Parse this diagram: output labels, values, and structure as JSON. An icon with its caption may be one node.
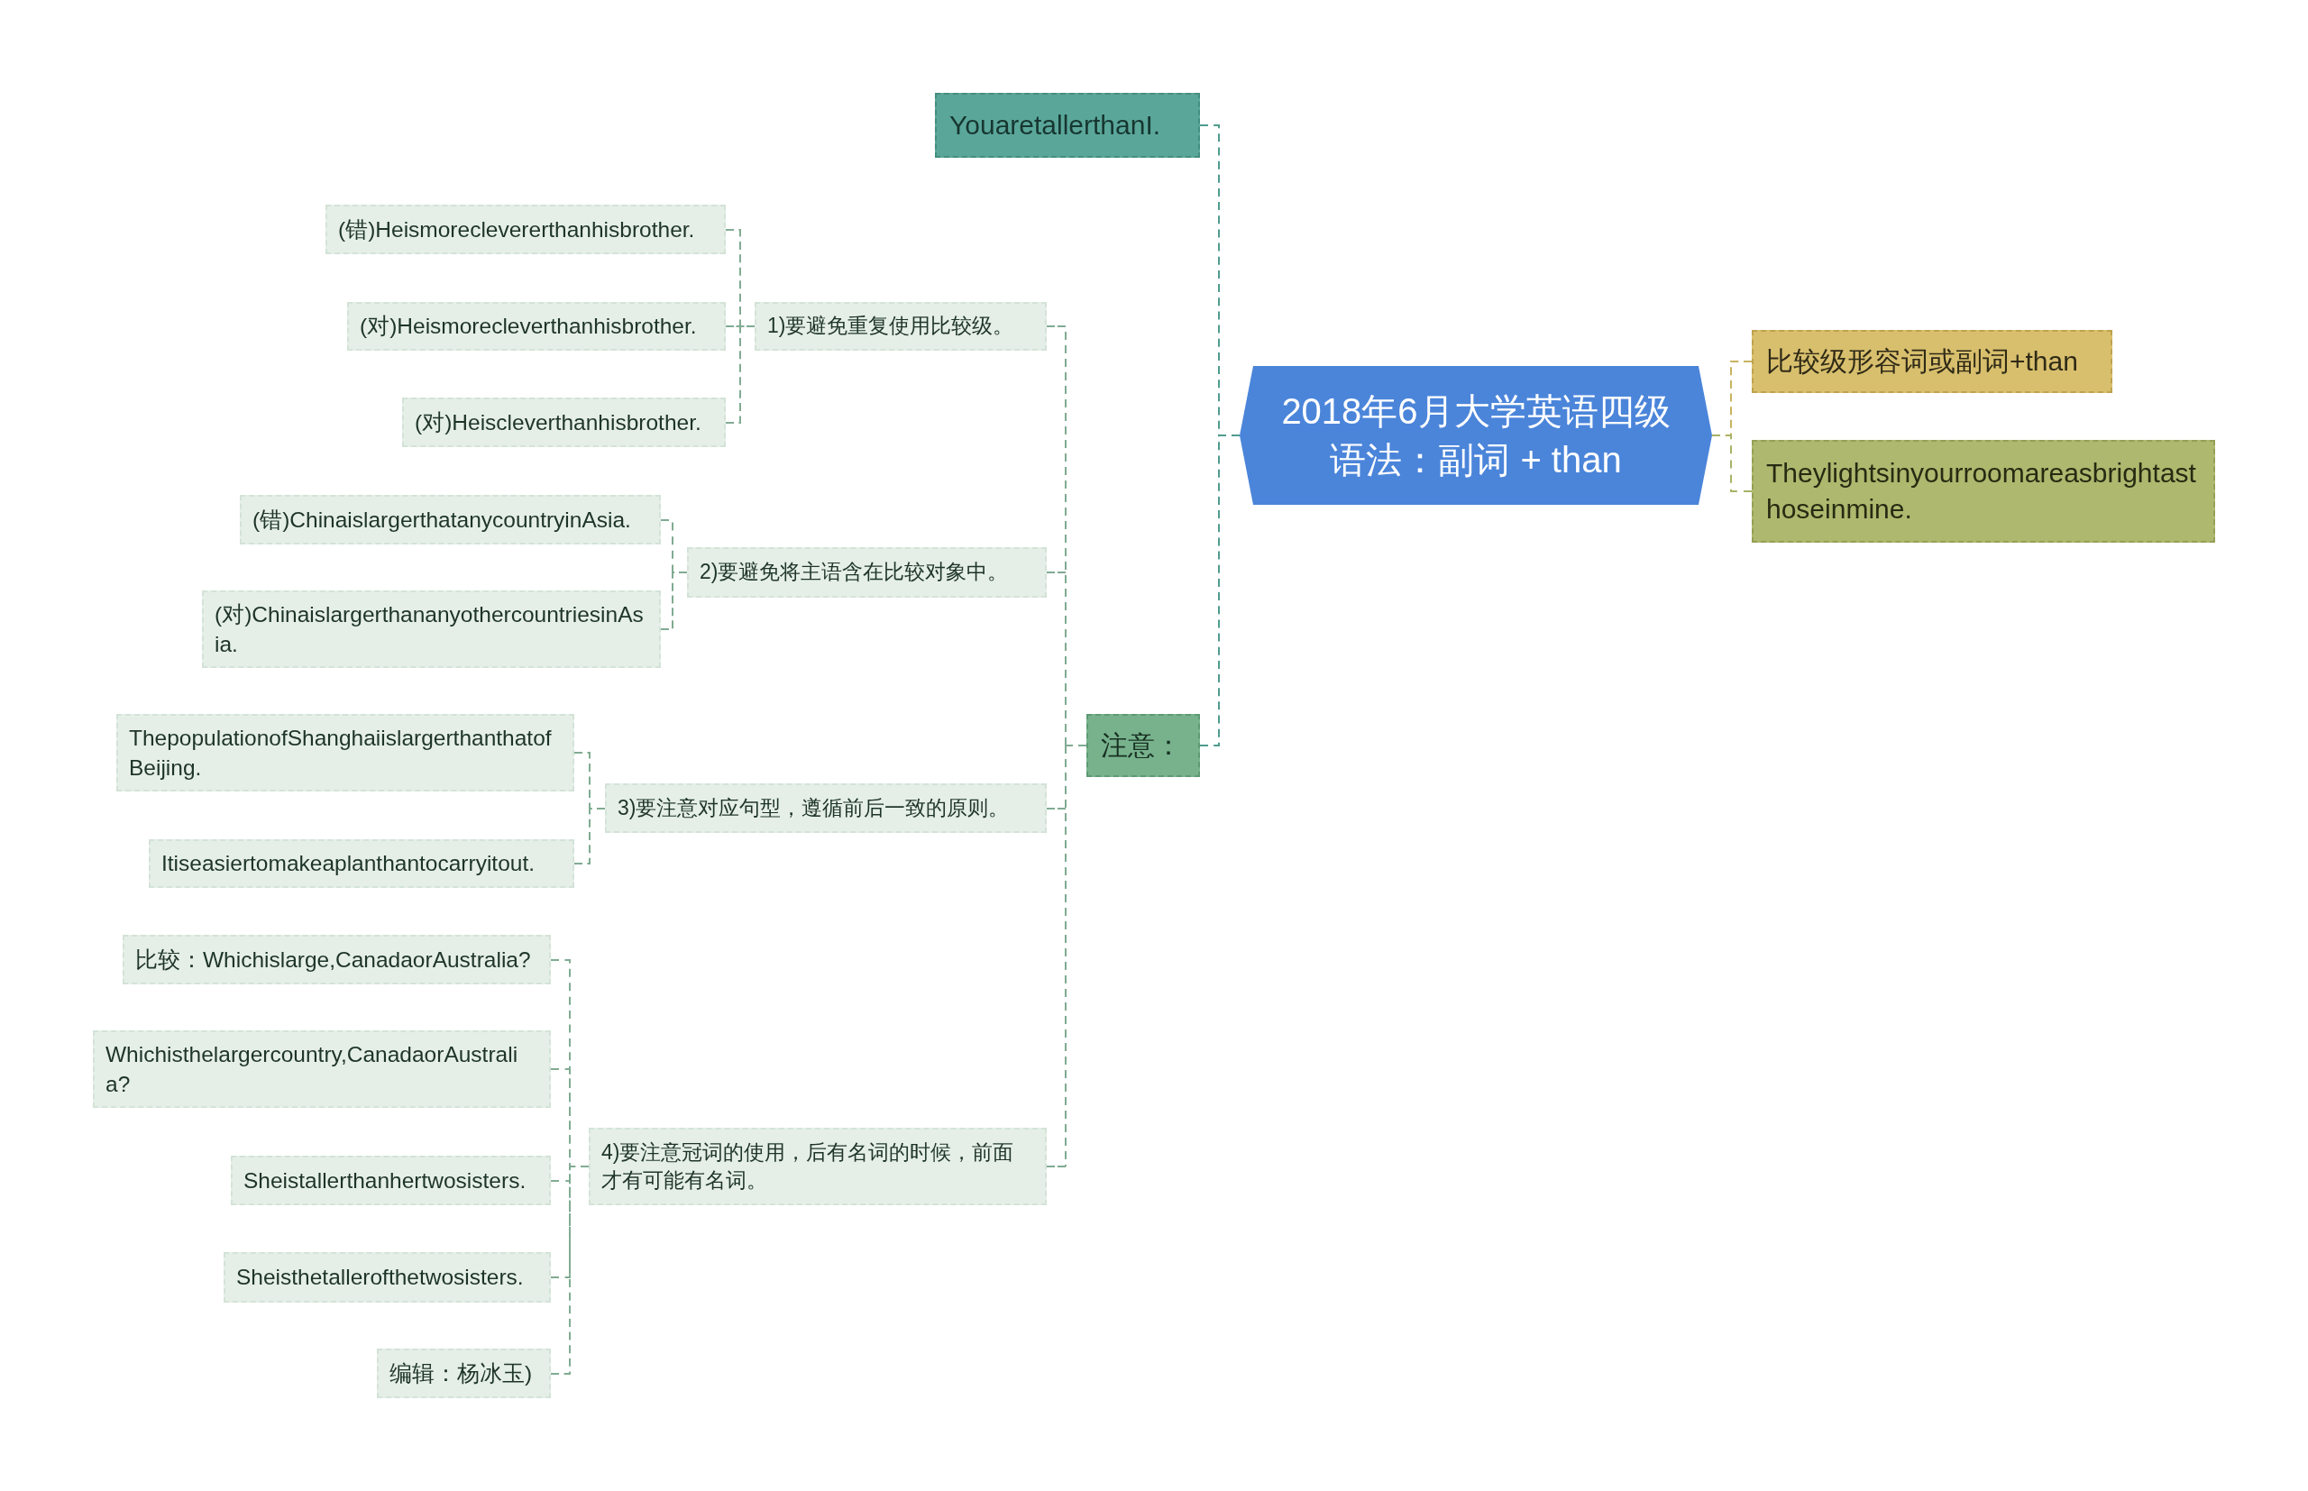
{
  "diagram": {
    "nodes": [
      {
        "text": [
          "2018年6月大学英语四级语法：副词 + than"
        ]
      },
      {
        "text": [
          "比较级形容词或副词+than"
        ]
      },
      {
        "text": [
          "Theylightsinyourroomareasbrightasthoseinmine."
        ]
      },
      {
        "text": [
          "YouaretallerthanI."
        ]
      },
      {
        "text": [
          "注意："
        ]
      },
      {
        "text": [
          "1)要避免重复使用比较级。"
        ]
      },
      {
        "text": [
          "(错)Heismoreclevererthanhisbrother."
        ]
      },
      {
        "text": [
          "(对)Heismorecleverthanhisbrother."
        ]
      },
      {
        "text": [
          "(对)Heiscleverthanhisbrother."
        ]
      },
      {
        "text": [
          "2)要避免将主语含在比较对象中。"
        ]
      },
      {
        "text": [
          "(错)ChinaislargerthatanycountryinAsia."
        ]
      },
      {
        "text": [
          "(对)ChinaislargerthananyothercountriesinAsia."
        ]
      },
      {
        "text": [
          "3)要注意对应句型，遵循前后一致的原则。"
        ]
      },
      {
        "text": [
          "ThepopulationofShanghaiislargerthanthatofBeijing."
        ]
      },
      {
        "text": [
          "Itiseasiertomakeaplanthantocarryitout."
        ]
      },
      {
        "text": [
          "4)要注意冠词的使用，后有名词的时候，前面才有可能有名词。"
        ]
      },
      {
        "text": [
          "比较：Whichislarge,CanadaorAustralia?"
        ]
      },
      {
        "text": [
          "Whichisthelargercountry,CanadaorAustralia?"
        ]
      },
      {
        "text": [
          "Sheistallerthanhertwosisters."
        ]
      },
      {
        "text": [
          "Sheisthetallerofthetwosisters."
        ]
      },
      {
        "text": [
          "编辑：杨冰玉)"
        ]
      }
    ],
    "edges": [
      {
        "from": 0,
        "to": 1,
        "arrow": "none",
        "style": "dashed",
        "color": "#c8b25e"
      },
      {
        "from": 0,
        "to": 2,
        "arrow": "none",
        "style": "dashed",
        "color": "#a7b266"
      },
      {
        "from": 0,
        "to": 3,
        "arrow": "none",
        "style": "dashed",
        "color": "#4f9c8e"
      },
      {
        "from": 0,
        "to": 4,
        "arrow": "none",
        "style": "dashed",
        "color": "#4f9c8e"
      },
      {
        "from": 4,
        "to": 5,
        "arrow": "none",
        "style": "dashed"
      },
      {
        "from": 4,
        "to": 9,
        "arrow": "none",
        "style": "dashed"
      },
      {
        "from": 4,
        "to": 12,
        "arrow": "none",
        "style": "dashed"
      },
      {
        "from": 4,
        "to": 15,
        "arrow": "none",
        "style": "dashed"
      },
      {
        "from": 5,
        "to": 6,
        "arrow": "none",
        "style": "dashed"
      },
      {
        "from": 5,
        "to": 7,
        "arrow": "none",
        "style": "dashed"
      },
      {
        "from": 5,
        "to": 8,
        "arrow": "none",
        "style": "dashed"
      },
      {
        "from": 9,
        "to": 10,
        "arrow": "none",
        "style": "dashed"
      },
      {
        "from": 9,
        "to": 11,
        "arrow": "none",
        "style": "dashed"
      },
      {
        "from": 12,
        "to": 13,
        "arrow": "none",
        "style": "dashed"
      },
      {
        "from": 12,
        "to": 14,
        "arrow": "none",
        "style": "dashed"
      },
      {
        "from": 15,
        "to": 16,
        "arrow": "none",
        "style": "dashed"
      },
      {
        "from": 15,
        "to": 17,
        "arrow": "none",
        "style": "dashed"
      },
      {
        "from": 15,
        "to": 18,
        "arrow": "none",
        "style": "dashed"
      },
      {
        "from": 15,
        "to": 19,
        "arrow": "none",
        "style": "dashed"
      },
      {
        "from": 15,
        "to": 20,
        "arrow": "none",
        "style": "dashed"
      }
    ]
  }
}
